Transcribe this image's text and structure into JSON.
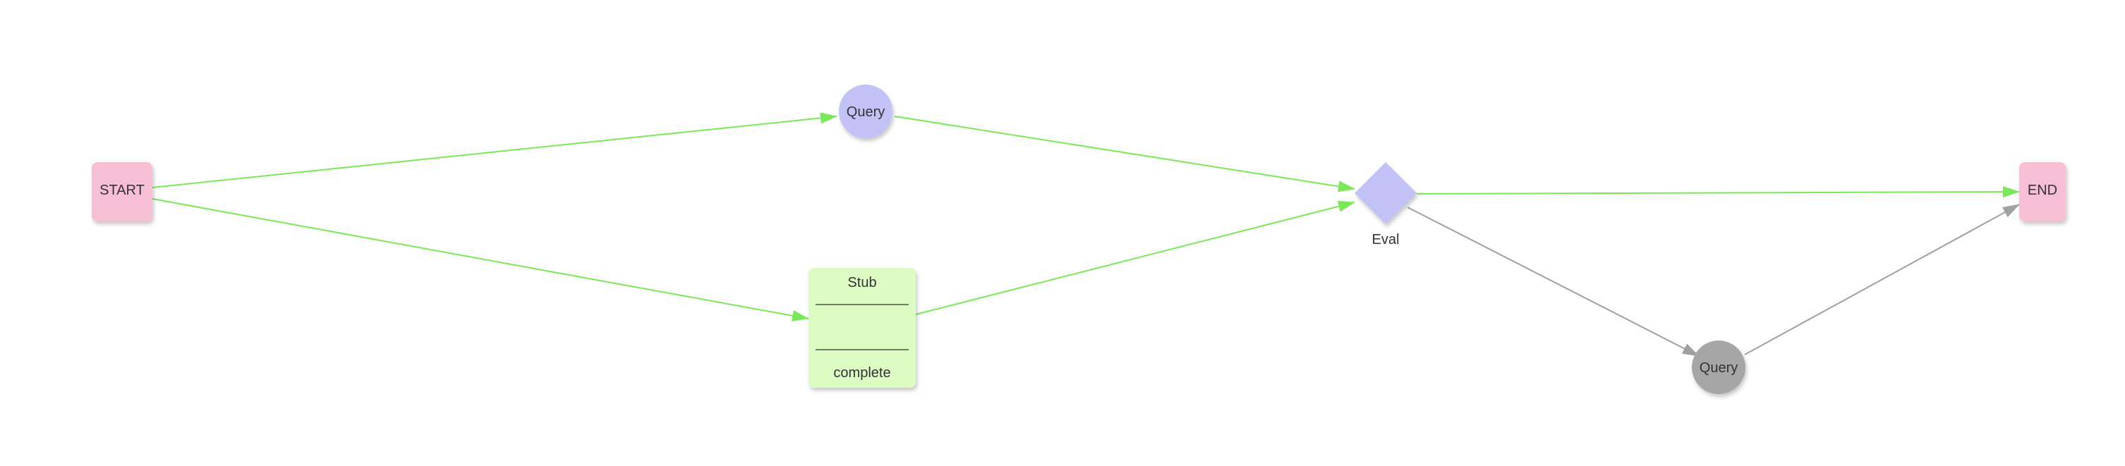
{
  "diagram": {
    "nodes": {
      "start": {
        "label": "START",
        "shape": "rounded-rect",
        "color": "#f7bfd4"
      },
      "query_top": {
        "label": "Query",
        "shape": "circle",
        "color": "#c2c2f7"
      },
      "stub": {
        "title": "Stub",
        "footer": "complete",
        "shape": "compartment-box",
        "color": "#ddfcc4"
      },
      "eval": {
        "label": "Eval",
        "shape": "diamond",
        "color": "#c2c2f7"
      },
      "query_bottom": {
        "label": "Query",
        "shape": "circle",
        "color": "#a6a6a6"
      },
      "end": {
        "label": "END",
        "shape": "rounded-rect",
        "color": "#f7bfd4"
      }
    },
    "edges": [
      {
        "from": "start",
        "to": "query_top",
        "status": "active"
      },
      {
        "from": "start",
        "to": "stub",
        "status": "active"
      },
      {
        "from": "query_top",
        "to": "eval",
        "status": "active"
      },
      {
        "from": "stub",
        "to": "eval",
        "status": "active"
      },
      {
        "from": "eval",
        "to": "end",
        "status": "active"
      },
      {
        "from": "eval",
        "to": "query_bottom",
        "status": "inactive"
      },
      {
        "from": "query_bottom",
        "to": "end",
        "status": "inactive"
      }
    ],
    "colors": {
      "active_edge": "#7be85a",
      "inactive_edge": "#a0a0a0",
      "text": "#333333",
      "divider": "#555555"
    }
  }
}
